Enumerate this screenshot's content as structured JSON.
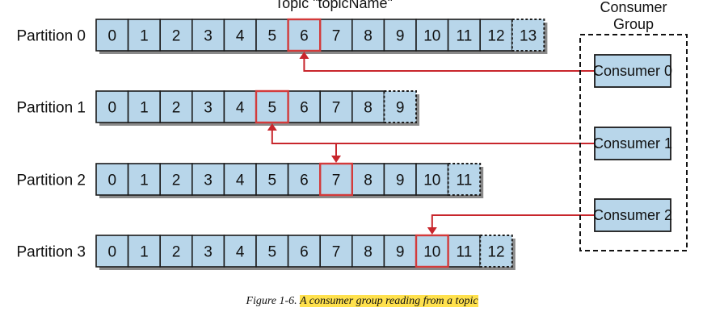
{
  "topic_label": "Topic \"topicName\"",
  "consumer_group_title": [
    "Consumer",
    "Group"
  ],
  "partitions": [
    {
      "label": "Partition 0",
      "offsets": [
        "0",
        "1",
        "2",
        "3",
        "4",
        "5",
        "6",
        "7",
        "8",
        "9",
        "10",
        "11",
        "12",
        "13"
      ],
      "pending_index": 13,
      "highlight_index": 6
    },
    {
      "label": "Partition 1",
      "offsets": [
        "0",
        "1",
        "2",
        "3",
        "4",
        "5",
        "6",
        "7",
        "8",
        "9"
      ],
      "pending_index": 9,
      "highlight_index": 5
    },
    {
      "label": "Partition 2",
      "offsets": [
        "0",
        "1",
        "2",
        "3",
        "4",
        "5",
        "6",
        "7",
        "8",
        "9",
        "10",
        "11"
      ],
      "pending_index": 11,
      "highlight_index": 7
    },
    {
      "label": "Partition 3",
      "offsets": [
        "0",
        "1",
        "2",
        "3",
        "4",
        "5",
        "6",
        "7",
        "8",
        "9",
        "10",
        "11",
        "12"
      ],
      "pending_index": 12,
      "highlight_index": 10
    }
  ],
  "consumers": [
    {
      "label": "Consumer 0",
      "reads_partitions": [
        0
      ]
    },
    {
      "label": "Consumer 1",
      "reads_partitions": [
        1,
        2
      ]
    },
    {
      "label": "Consumer 2",
      "reads_partitions": [
        3
      ]
    }
  ],
  "caption": {
    "prefix": "Figure 1-6. ",
    "text": "A consumer group reading from a topic"
  },
  "colors": {
    "cell_fill": "#b8d6ea",
    "highlight": "#d33a3a",
    "arrow": "#c8262c",
    "caption_highlight": "#ffe14d"
  }
}
